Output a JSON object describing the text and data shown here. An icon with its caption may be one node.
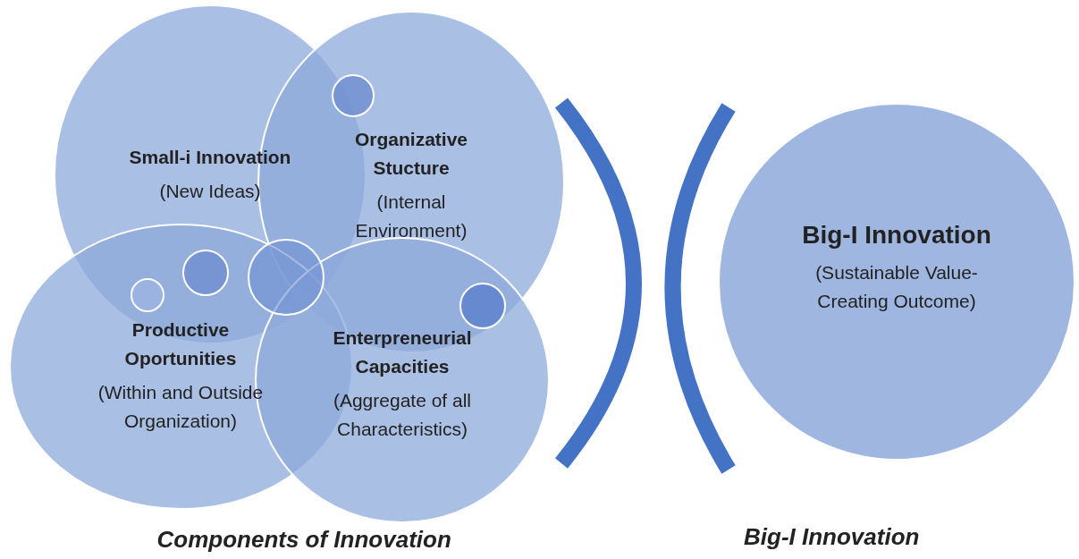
{
  "diagram": {
    "nodes": [
      {
        "text": [
          "Small-i Innovation",
          "(New Ideas)"
        ]
      },
      {
        "text": [
          "Organizative Stucture",
          "(Internal Environment)"
        ]
      },
      {
        "text": [
          "Productive Oportunities",
          "(Within and Outside Organization)"
        ]
      },
      {
        "text": [
          "Enterpreneurial Capacities",
          "(Aggregate of all Characteristics)"
        ]
      },
      {
        "text": [
          "Big-I Innovation",
          "(Sustainable Value-Creating Outcome)"
        ]
      }
    ],
    "labels": [
      "Components of Innovation",
      "Big-I Innovation"
    ]
  }
}
